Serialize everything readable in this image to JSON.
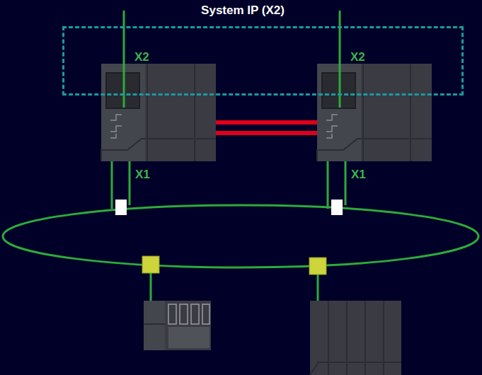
{
  "diagram": {
    "nodes": [
      {
        "text": [
          "System IP (X2)"
        ]
      }
    ],
    "labels": [
      "X2",
      "X2",
      "X1",
      "X1"
    ]
  }
}
